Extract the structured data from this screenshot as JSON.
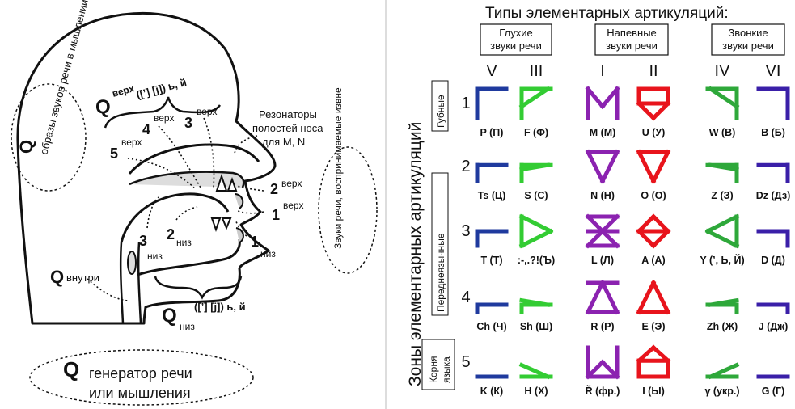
{
  "head": {
    "q_letter": "Q",
    "brain_note": "образы звуков речи в мышлении",
    "q_top": "Q",
    "q_top_sup": "верх",
    "q_top_note": "([’] [j]) ь, й",
    "resonators": "Резонаторы полостей носа для M, N",
    "ext_note": "Звуки речи, воспринимаемые извне",
    "q_inner": "Q",
    "q_inner_sub": "внутри",
    "q_bottom": "Q",
    "q_bottom_sub": "низ",
    "q_bottom_note": "([’] [j]) ь, й",
    "generator_q": "Q",
    "generator_line1": "генератор речи",
    "generator_line2": "или мышления",
    "points": [
      {
        "num": "5",
        "tag": "верх"
      },
      {
        "num": "4",
        "tag": "верх"
      },
      {
        "num": "3",
        "tag": "верх"
      },
      {
        "num": "2",
        "tag": "верх"
      },
      {
        "num": "1",
        "tag": "верх"
      },
      {
        "num": "3",
        "tag": "низ"
      },
      {
        "num": "2",
        "tag": "низ"
      },
      {
        "num": "1",
        "tag": "низ"
      }
    ]
  },
  "table": {
    "title": "Типы элементарных артикуляций:",
    "vertical_title": "Зоны элементарных артикуляций",
    "groups": [
      {
        "line1": "Глухие",
        "line2": "звуки речи"
      },
      {
        "line1": "Напевные",
        "line2": "звуки речи"
      },
      {
        "line1": "Звонкие",
        "line2": "звуки речи"
      }
    ],
    "columns": [
      "V",
      "III",
      "I",
      "II",
      "IV",
      "VI"
    ],
    "zone_labels": {
      "labial": "Губные",
      "front": "Переднеязычные",
      "root_line1": "Корня",
      "root_line2": "языка"
    },
    "row_numbers": [
      "1",
      "2",
      "3",
      "4",
      "5"
    ],
    "colors": {
      "V": "#1f3a9e",
      "III": "#33cc33",
      "I": "#8b22b0",
      "II": "#e8141c",
      "IV": "#2ea83a",
      "VI": "#3a1fa8"
    },
    "letters": [
      [
        "P (П)",
        "F (Ф)",
        "M (М)",
        "U (У)",
        "W (В)",
        "B (Б)"
      ],
      [
        "Ts (Ц)",
        "S (С)",
        "N (Н)",
        "O (О)",
        "Z (З)",
        "Dz (Дз)"
      ],
      [
        "T (Т)",
        ":-,.?!(Ъ)",
        "L (Л)",
        "A (А)",
        "Y (’, Ь, Й)",
        "D (Д)"
      ],
      [
        "Ch (Ч)",
        "Sh (Ш)",
        "R (Р)",
        "E (Э)",
        "Zh (Ж)",
        "J (Дж)"
      ],
      [
        "K (К)",
        "H (Х)",
        "Ř (фр.)",
        "I (Ы)",
        "γ (укр.)",
        "G (Г)"
      ]
    ]
  }
}
